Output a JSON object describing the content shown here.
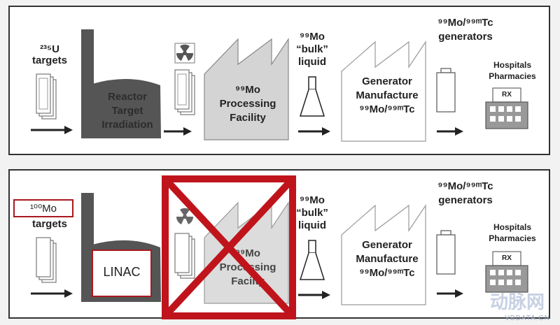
{
  "top": {
    "target_label": "²³⁵U",
    "target_word": "targets",
    "reactor_lines": [
      "Reactor",
      "Target",
      "Irradiation"
    ],
    "processing_iso": "⁹⁹Mo",
    "processing_lines": [
      "Processing",
      "Facility"
    ],
    "bulk_iso": "⁹⁹Mo",
    "bulk_lines": [
      "“bulk”",
      "liquid"
    ],
    "generator_lines": [
      "Generator",
      "Manufacture"
    ],
    "generator_iso": "⁹⁹Mo/⁹⁹ᵐTc",
    "generators_iso": "⁹⁹Mo/⁹⁹ᵐTc",
    "generators_word": "generators",
    "hospitals": "Hospitals",
    "pharmacies": "Pharmacies",
    "rx": "RX"
  },
  "bottom": {
    "target_label": "¹⁰⁰Mo",
    "target_word": "targets",
    "linac": "LINAC",
    "processing_iso": "⁹⁹Mo",
    "processing_lines": [
      "Processing",
      "Faciity"
    ],
    "bulk_iso": "⁹⁹Mo",
    "bulk_lines": [
      "“bulk”",
      "liquid"
    ],
    "generator_lines": [
      "Generator",
      "Manufacture"
    ],
    "generator_iso": "⁹⁹Mo/⁹⁹ᵐTc",
    "generators_iso": "⁹⁹Mo/⁹⁹ᵐTc",
    "generators_word": "generators",
    "hospitals": "Hospitals",
    "pharmacies": "Pharmacies",
    "rx": "RX"
  },
  "watermark": {
    "logo": "动脉网",
    "url": "VBDATA.CN"
  },
  "colors": {
    "reactor": "#555555",
    "factory_fill": "#d4d4d4",
    "strike": "#c0141c",
    "label_border": "#a8191f"
  }
}
